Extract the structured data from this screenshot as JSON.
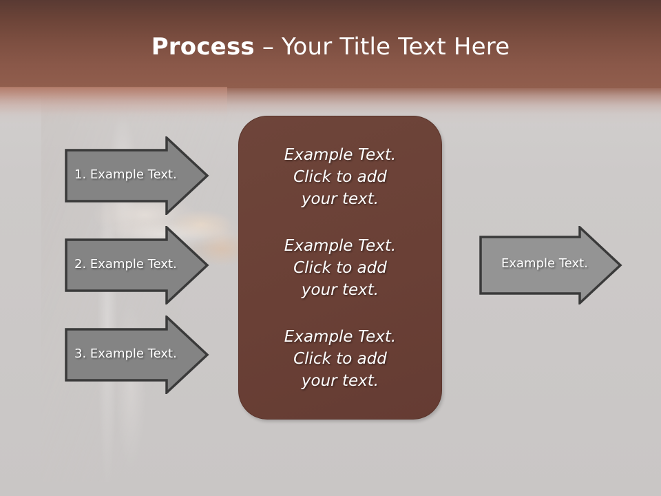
{
  "slide": {
    "title_bold": "Process",
    "title_rest": " – Your Title Text Here",
    "background_color": "#cbc8c7",
    "header_color_top": "#593a33",
    "header_color_bottom": "#915e4d"
  },
  "left_arrows": [
    {
      "label": "1. Example Text.",
      "fill": "#848484",
      "stroke": "#3a3a3a"
    },
    {
      "label": "2. Example Text.",
      "fill": "#848484",
      "stroke": "#3a3a3a"
    },
    {
      "label": "3. Example Text.",
      "fill": "#848484",
      "stroke": "#3a3a3a"
    }
  ],
  "right_arrow": {
    "label": "Example Text.",
    "fill": "#949494",
    "stroke": "#3a3a3a"
  },
  "center_box": {
    "fill": "#6a4036",
    "stroke": "#5a352c",
    "paragraphs": [
      "Example Text.\nClick  to add\nyour text.",
      "Example Text.\nClick  to add\nyour text.",
      "Example Text.\nClick  to add\nyour text."
    ]
  }
}
